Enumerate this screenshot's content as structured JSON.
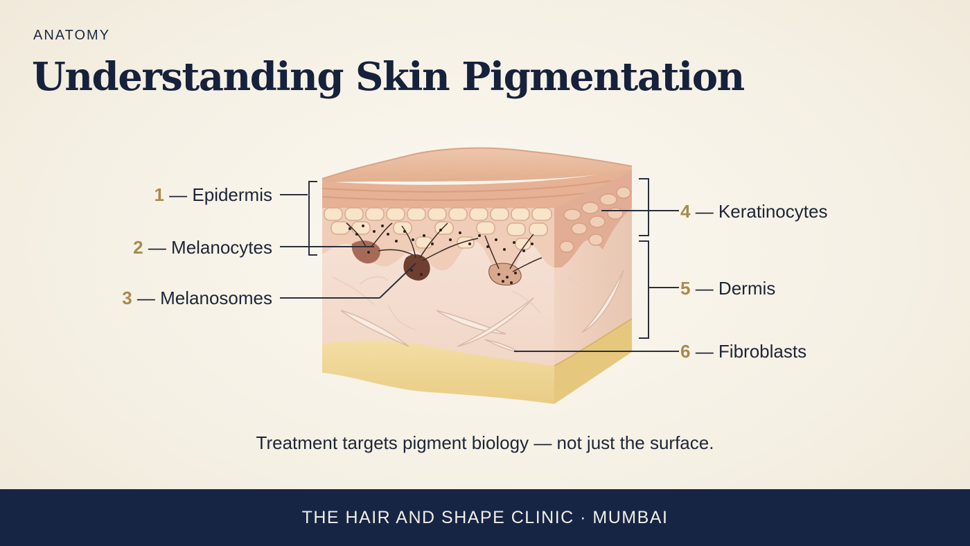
{
  "header": {
    "eyebrow": "ANATOMY",
    "title": "Understanding Skin Pigmentation"
  },
  "diagram": {
    "labels_left": [
      {
        "num": "1",
        "text": "— Epidermis"
      },
      {
        "num": "2",
        "text": "— Melanocytes"
      },
      {
        "num": "3",
        "text": "— Melanosomes"
      }
    ],
    "labels_right": [
      {
        "num": "4",
        "text": "— Keratinocytes"
      },
      {
        "num": "5",
        "text": "— Dermis"
      },
      {
        "num": "6",
        "text": "— Fibroblasts"
      }
    ],
    "colors": {
      "accent_number": "#a88a4c",
      "navy": "#172545",
      "epidermis": "#e9b9a0",
      "dermis": "#f3dccf",
      "fat": "#f1d99b",
      "pigment": "#7a4a38"
    }
  },
  "caption": "Treatment targets pigment biology — not just the surface.",
  "footer": "THE HAIR AND SHAPE CLINIC · MUMBAI"
}
